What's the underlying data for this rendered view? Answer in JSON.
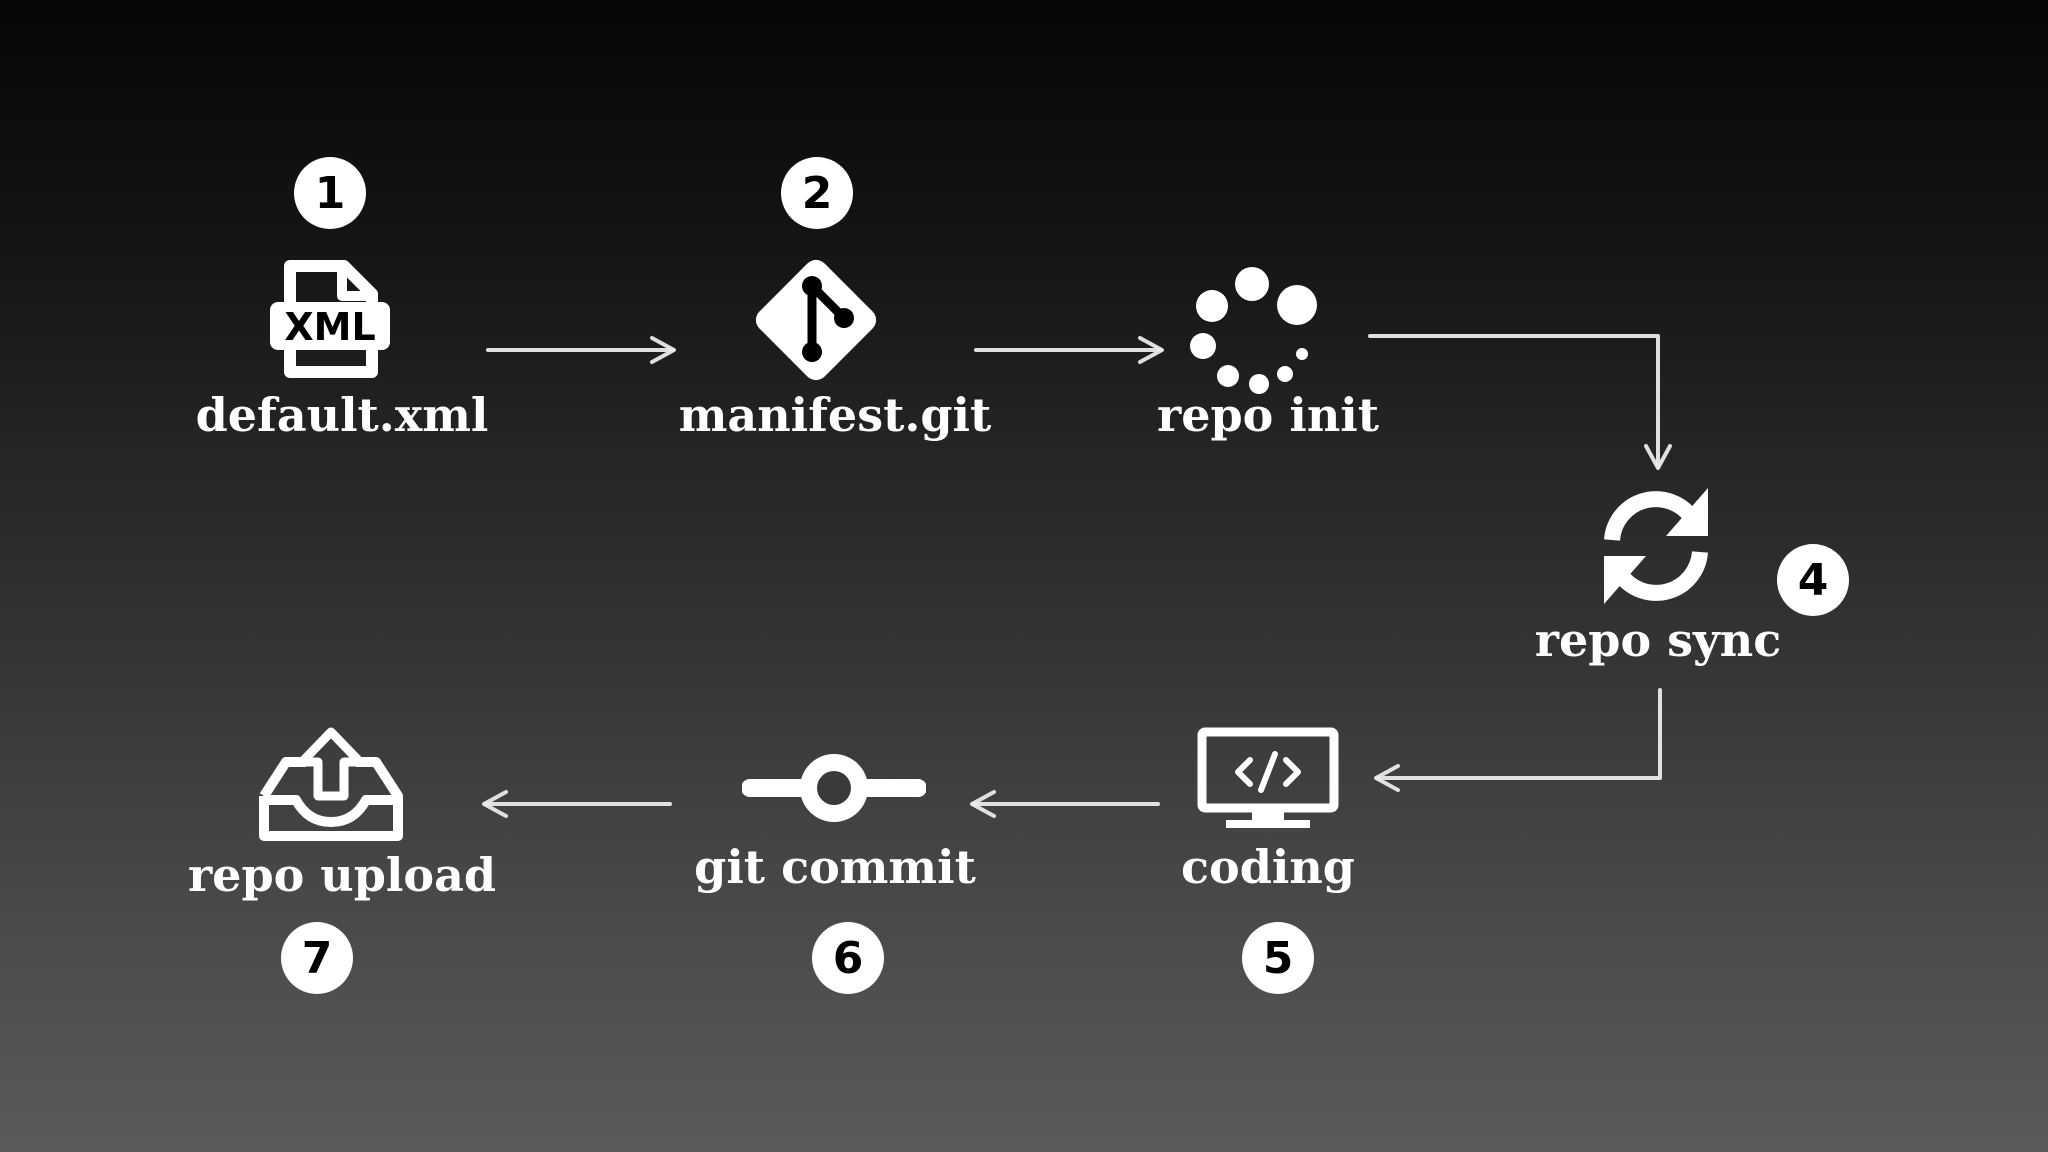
{
  "steps": [
    {
      "number": "1",
      "label": "default.xml",
      "icon": "xml-file-icon"
    },
    {
      "number": "2",
      "label": "manifest.git",
      "icon": "git-icon"
    },
    {
      "number": "",
      "label": "repo init",
      "icon": "spinner-icon"
    },
    {
      "number": "4",
      "label": "repo sync",
      "icon": "sync-icon"
    },
    {
      "number": "5",
      "label": "coding",
      "icon": "code-monitor-icon"
    },
    {
      "number": "6",
      "label": "git commit",
      "icon": "commit-icon"
    },
    {
      "number": "7",
      "label": "repo upload",
      "icon": "upload-tray-icon"
    }
  ],
  "xml_icon_text": "XML",
  "colors": {
    "foreground": "#ffffff",
    "arrow": "#eaeaea",
    "badge_text": "#000000"
  }
}
